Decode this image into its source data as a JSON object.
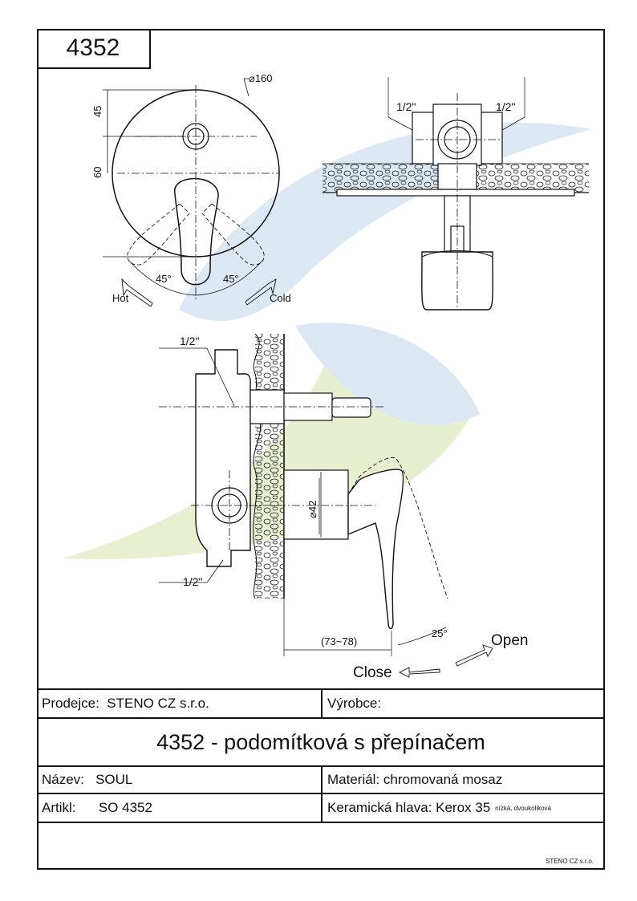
{
  "code": "4352",
  "drawing": {
    "diameter_160": "⌀160",
    "dim_45": "45",
    "dim_60": "60",
    "angle_left": "45°",
    "angle_right": "45°",
    "hot": "Hot",
    "cold": "Cold",
    "thread_tl": "1/2\"",
    "thread_tr": "1/2\"",
    "thread_side_top": "1/2\"",
    "thread_side_bottom": "1/2\"",
    "diameter_42": "⌀42",
    "depth": "(73~78)",
    "angle_open": "25°",
    "open": "Open",
    "close": "Close"
  },
  "table": {
    "seller_label": "Prodejce:",
    "seller_value": "STENO CZ s.r.o.",
    "maker_label": "Výrobce:",
    "maker_value": "",
    "title": "4352 - podomítková s přepínačem",
    "name_label": "Název:",
    "name_value": "SOUL",
    "material_label": "Materiál:",
    "material_value": "chromovaná mosaz",
    "article_label": "Artikl:",
    "article_value": "SO 4352",
    "head_label": "Keramická hlava:",
    "head_value": "Kerox 35",
    "head_note": "nízká, dvoukoliková",
    "company": "STENO CZ s.r.o."
  },
  "colors": {
    "logo_blue": "#d8e6f2",
    "logo_green": "#e4efcc",
    "line": "#111111"
  }
}
